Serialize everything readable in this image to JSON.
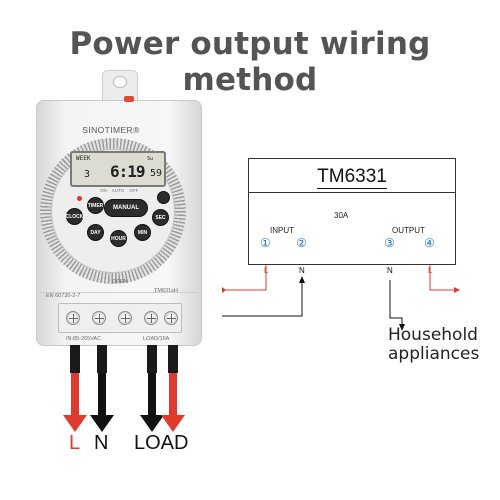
{
  "headline": "Power output wiring method",
  "device": {
    "brand": "SINOTIMER®",
    "lcd_week": "WEEK",
    "lcd_day": "3",
    "lcd_su": "Su",
    "lcd_time": "6:19",
    "lcd_seconds": "59",
    "indicators": "ON AUTO OFF",
    "buttons": {
      "manual": "MANUAL",
      "timer": "TIMER",
      "clock": "CLOCK",
      "day": "DAY",
      "hour": "HOUR",
      "min": "MIN",
      "sec": "SEC"
    },
    "open_label": "OPEN",
    "model": "TM631sH",
    "standard": "EN 60730-2-7",
    "input_label": "IN:85-265VAC",
    "load_label": "LOAD/16A"
  },
  "wire_labels": {
    "l": "L",
    "n": "N",
    "load": "LOAD"
  },
  "schematic": {
    "title": "TM6331",
    "switch_rating": "30A",
    "input": "INPUT",
    "output": "OUTPUT",
    "terminals": [
      "①",
      "②",
      "③",
      "④"
    ],
    "term_l_left": "L",
    "term_n_left": "N",
    "term_n_right": "N",
    "term_l_right": "L",
    "household_line1": "Household",
    "household_line2": "appliances"
  },
  "colors": {
    "live": "#e03a2f",
    "neutral": "#111111",
    "terminal_number": "#1d6fd0",
    "headline": "#545454"
  }
}
